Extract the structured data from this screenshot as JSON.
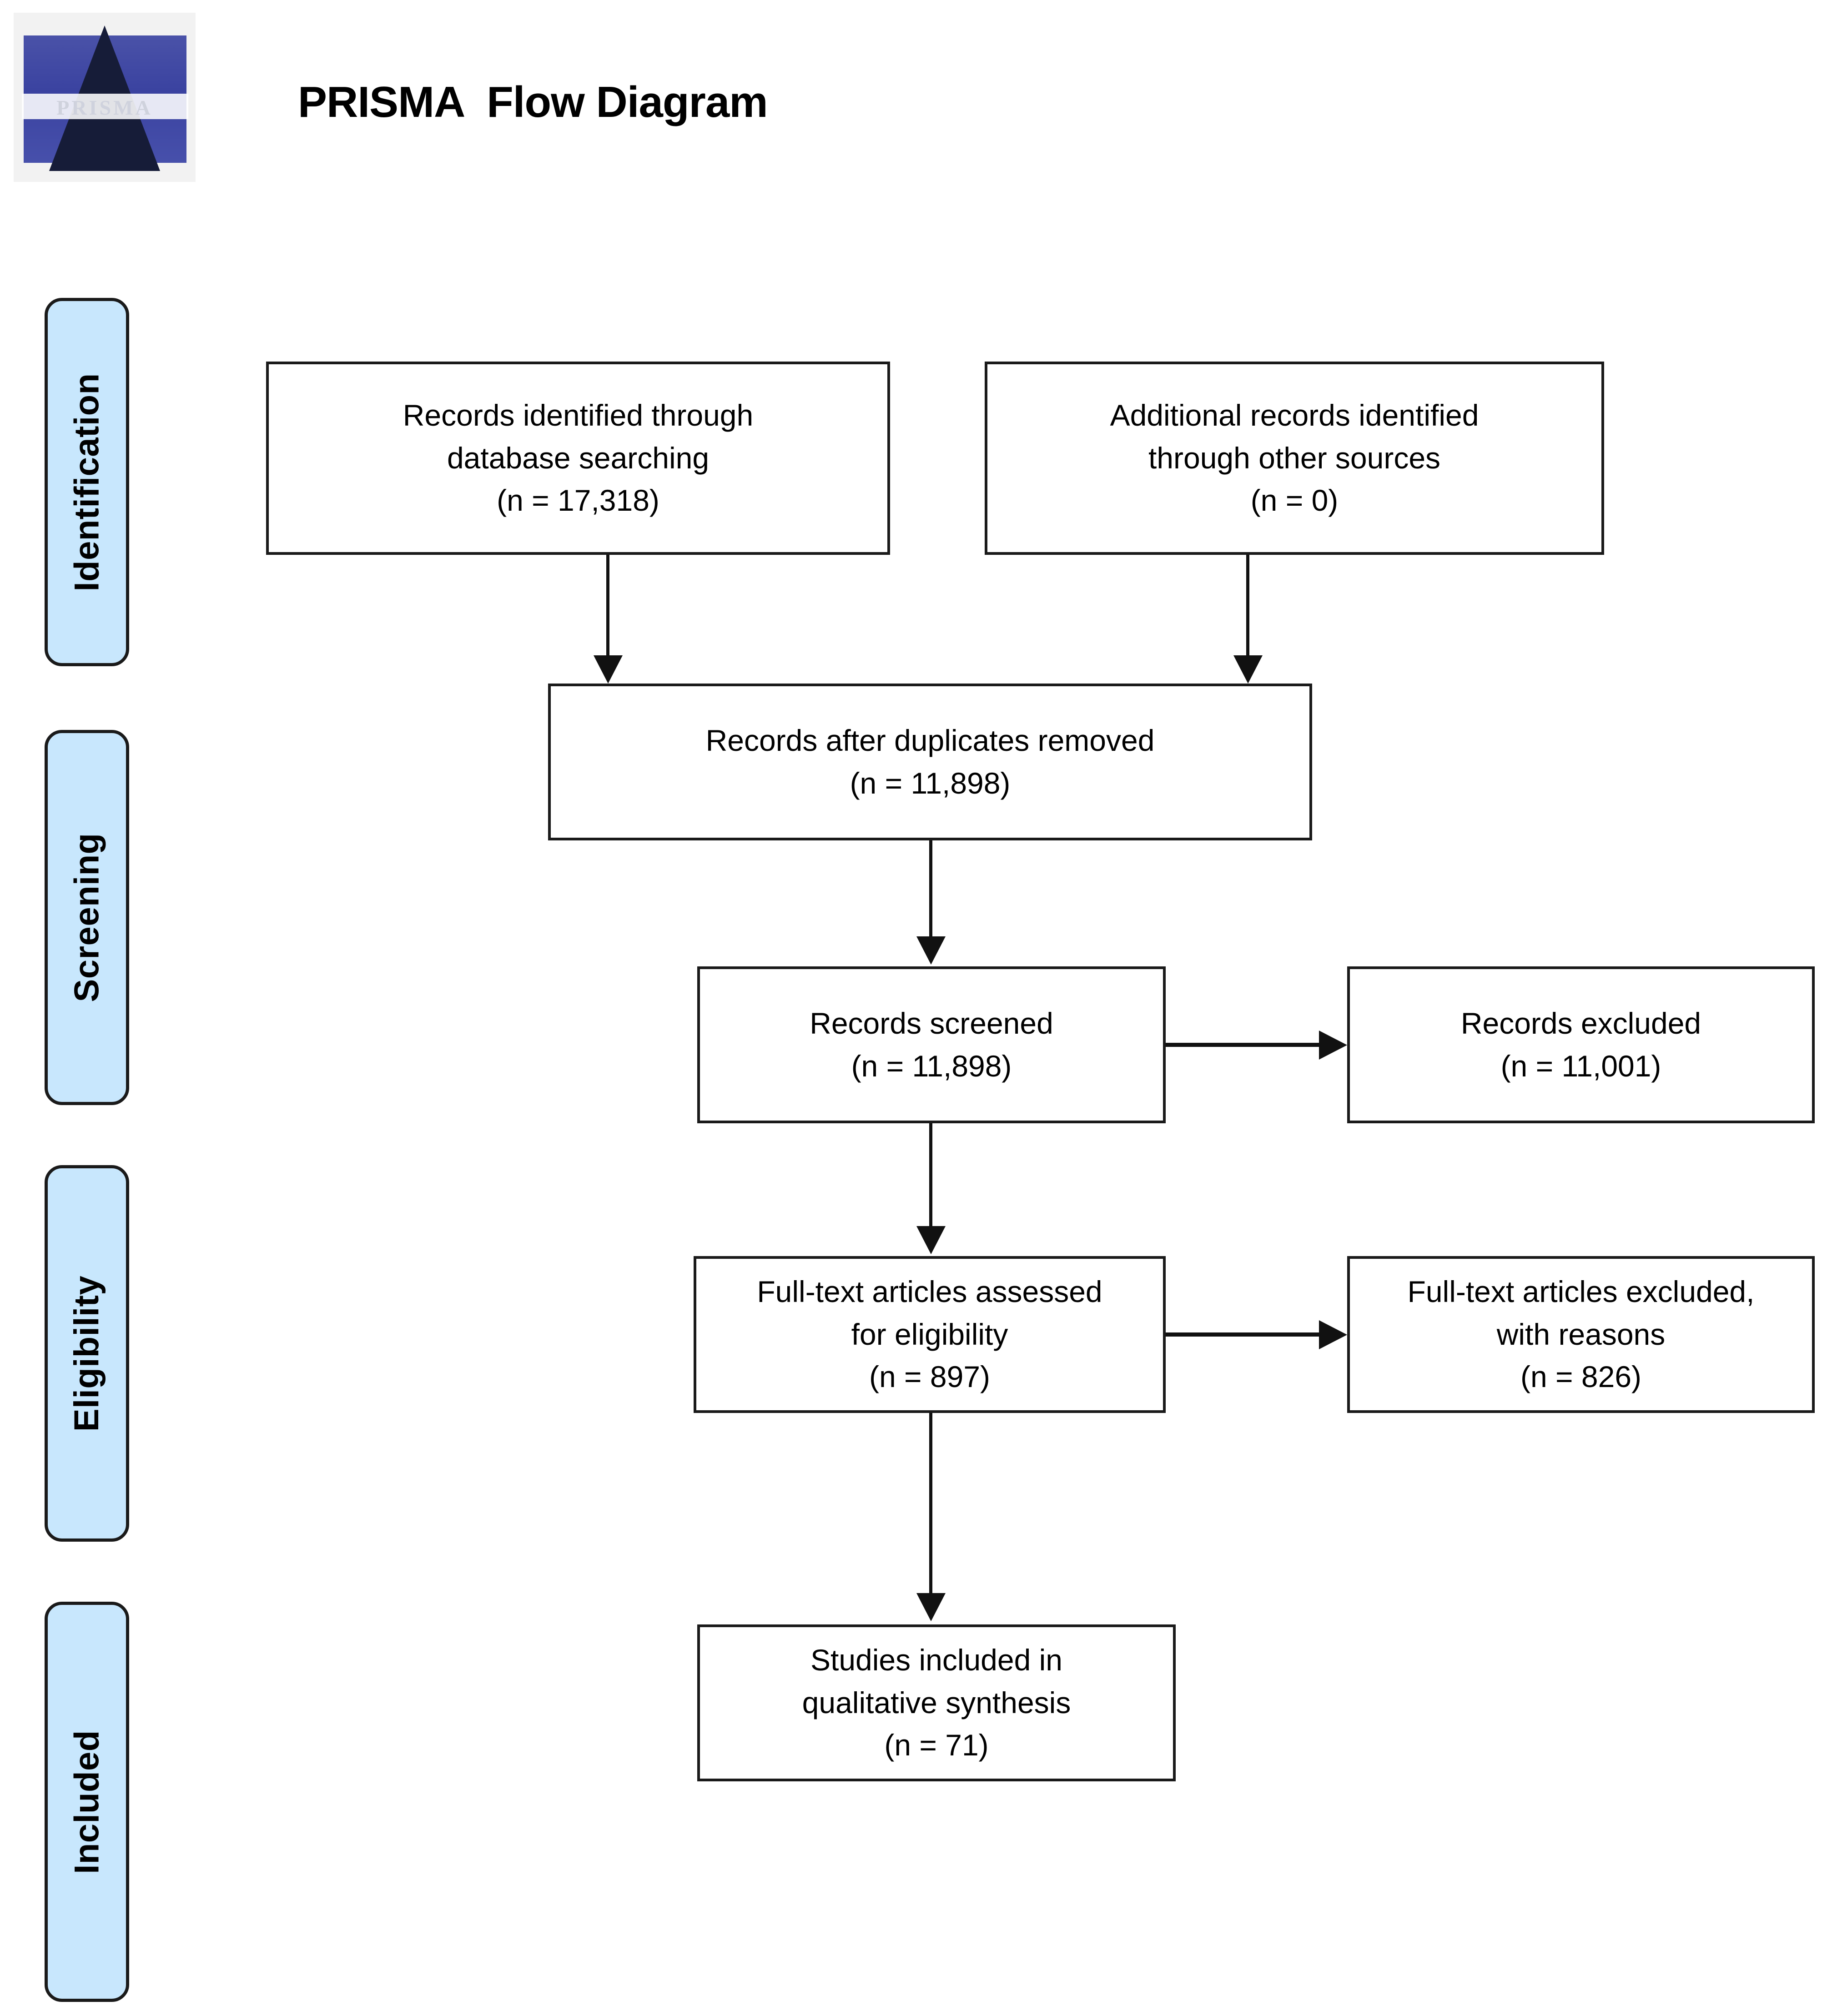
{
  "header": {
    "title": "PRISMA  Flow Diagram",
    "logo_wordmark": "PRISMA",
    "logo_alt": "prisma-pyramid-logo"
  },
  "phases": [
    {
      "id": "identification",
      "label": "Identification"
    },
    {
      "id": "screening",
      "label": "Screening"
    },
    {
      "id": "eligibility",
      "label": "Eligibility"
    },
    {
      "id": "included",
      "label": "Included"
    }
  ],
  "boxes": {
    "db_search": {
      "line1": "Records identified through",
      "line2": "database searching",
      "count": "(n = 17,318)"
    },
    "other_sources": {
      "line1": "Additional records identified",
      "line2": "through other sources",
      "count": "(n = 0)"
    },
    "dedup": {
      "line1": "Records after duplicates removed",
      "count": "(n = 11,898)"
    },
    "screened": {
      "line1": "Records screened",
      "count": "(n = 11,898)"
    },
    "records_excluded": {
      "line1": "Records excluded",
      "count": "(n = 11,001)"
    },
    "fulltext_assessed": {
      "line1": "Full-text articles assessed",
      "line2": "for eligibility",
      "count": "(n = 897)"
    },
    "fulltext_excluded": {
      "line1": "Full-text articles excluded,",
      "line2": "with reasons",
      "count": "(n = 826)"
    },
    "included": {
      "line1": "Studies included in",
      "line2": "qualitative synthesis",
      "count": "(n = 71)"
    }
  },
  "colors": {
    "phase_fill": "#C8E7FD",
    "phase_border": "#1A1A1A",
    "box_border": "#1A1A1A",
    "connector": "#111111",
    "logo_blue": "#3A42A0",
    "logo_pyramid": "#161C38"
  },
  "chart_data": {
    "type": "diagram",
    "title": "PRISMA  Flow Diagram",
    "nodes": [
      {
        "id": "db_search",
        "phase": "Identification",
        "label": "Records identified through database searching",
        "n": 17318
      },
      {
        "id": "other_sources",
        "phase": "Identification",
        "label": "Additional records identified through other sources",
        "n": 0
      },
      {
        "id": "dedup",
        "phase": "Screening",
        "label": "Records after duplicates removed",
        "n": 11898
      },
      {
        "id": "screened",
        "phase": "Screening",
        "label": "Records screened",
        "n": 11898
      },
      {
        "id": "records_excluded",
        "phase": "Screening",
        "label": "Records excluded",
        "n": 11001
      },
      {
        "id": "fulltext_assessed",
        "phase": "Eligibility",
        "label": "Full-text articles assessed for eligibility",
        "n": 897
      },
      {
        "id": "fulltext_excluded",
        "phase": "Eligibility",
        "label": "Full-text articles excluded, with reasons",
        "n": 826
      },
      {
        "id": "included",
        "phase": "Included",
        "label": "Studies included in qualitative synthesis",
        "n": 71
      }
    ],
    "edges": [
      {
        "from": "db_search",
        "to": "dedup",
        "direction": "down"
      },
      {
        "from": "other_sources",
        "to": "dedup",
        "direction": "down"
      },
      {
        "from": "dedup",
        "to": "screened",
        "direction": "down"
      },
      {
        "from": "screened",
        "to": "records_excluded",
        "direction": "right"
      },
      {
        "from": "screened",
        "to": "fulltext_assessed",
        "direction": "down"
      },
      {
        "from": "fulltext_assessed",
        "to": "fulltext_excluded",
        "direction": "right"
      },
      {
        "from": "fulltext_assessed",
        "to": "included",
        "direction": "down"
      }
    ]
  }
}
